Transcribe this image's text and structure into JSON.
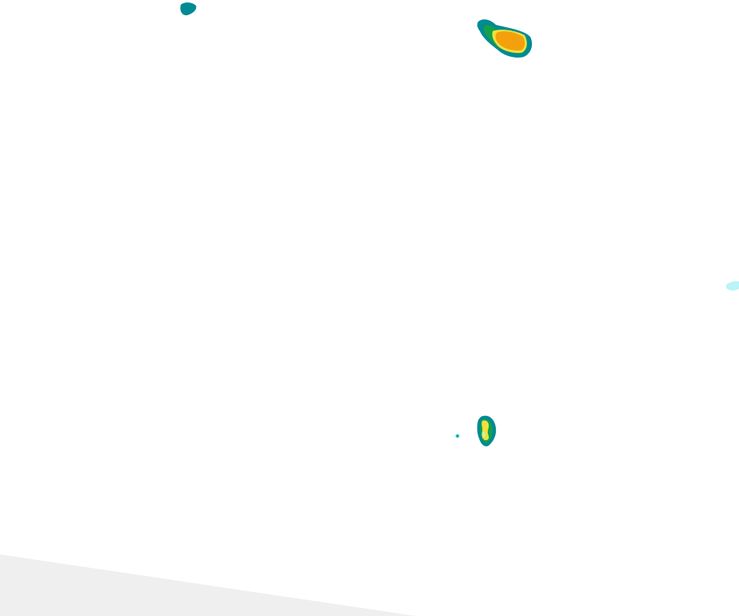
{
  "map": {
    "background_color": "#ffffff",
    "out_of_range_color": "#efefef",
    "layer": "precipitation-radar"
  },
  "legend_colors": {
    "very_light": "#b8f4f8",
    "light": "#008a94",
    "moderate": "#14a04a",
    "heavy": "#f0e040",
    "very_heavy": "#f4a00c"
  },
  "echoes": [
    {
      "name": "radar-echo-northwest",
      "intensity": "light"
    },
    {
      "name": "radar-echo-north-cell",
      "intensity": "very_heavy"
    },
    {
      "name": "radar-echo-east-edge",
      "intensity": "very_light"
    },
    {
      "name": "radar-echo-speck",
      "intensity": "light"
    },
    {
      "name": "radar-echo-south-cell",
      "intensity": "heavy"
    }
  ]
}
